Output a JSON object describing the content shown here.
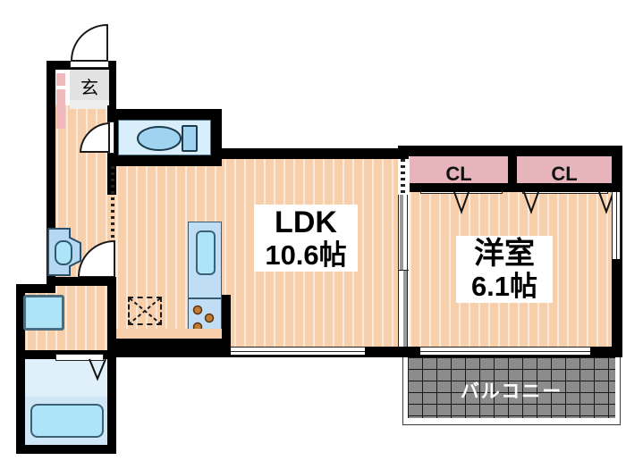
{
  "plan": {
    "type": "residential-floor-plan",
    "layout_code": "1LDK",
    "rooms": [
      {
        "id": "ldk",
        "name": "LDK",
        "size": "10.6帖",
        "name_label": "LDK",
        "size_label": "10.6帖"
      },
      {
        "id": "bedroom",
        "name": "洋室",
        "size": "6.1帖",
        "name_label": "洋室",
        "size_label": "6.1帖"
      },
      {
        "id": "closet_left",
        "name": "CL",
        "label": "CL"
      },
      {
        "id": "closet_right",
        "name": "CL",
        "label": "CL"
      },
      {
        "id": "balcony",
        "name": "バルコニー",
        "label": "バルコニー"
      },
      {
        "id": "entrance",
        "name": "玄",
        "label": "玄"
      }
    ],
    "labels": {
      "ldk_name": "LDK",
      "ldk_size": "10.6帖",
      "bedroom_name": "洋室",
      "bedroom_size": "6.1帖",
      "closet_left": "CL",
      "closet_right": "CL",
      "balcony": "バルコニー",
      "entrance": "玄"
    },
    "fixtures": [
      {
        "id": "toilet",
        "name": "toilet"
      },
      {
        "id": "vanity-sink",
        "name": "washbasin"
      },
      {
        "id": "washer-pan",
        "name": "washing-machine-pan"
      },
      {
        "id": "bathtub",
        "name": "bathtub"
      },
      {
        "id": "kitchen-sink",
        "name": "kitchen-sink"
      },
      {
        "id": "gas-stove",
        "name": "gas-stove-3-burner"
      },
      {
        "id": "fridge-space",
        "name": "refrigerator-space"
      },
      {
        "id": "shoe-closet",
        "name": "shoe-closet"
      }
    ],
    "colors": {
      "floor": "#f7cfaa",
      "closet": "#e7b4bb",
      "wall": "#000000",
      "fixture": "#bfdef5",
      "bath_floor": "#cfe6f7",
      "balcony": "#8c8c8c",
      "shoe_closet": "#f0b9bb",
      "entry_tile": "#e2e2e2"
    }
  }
}
